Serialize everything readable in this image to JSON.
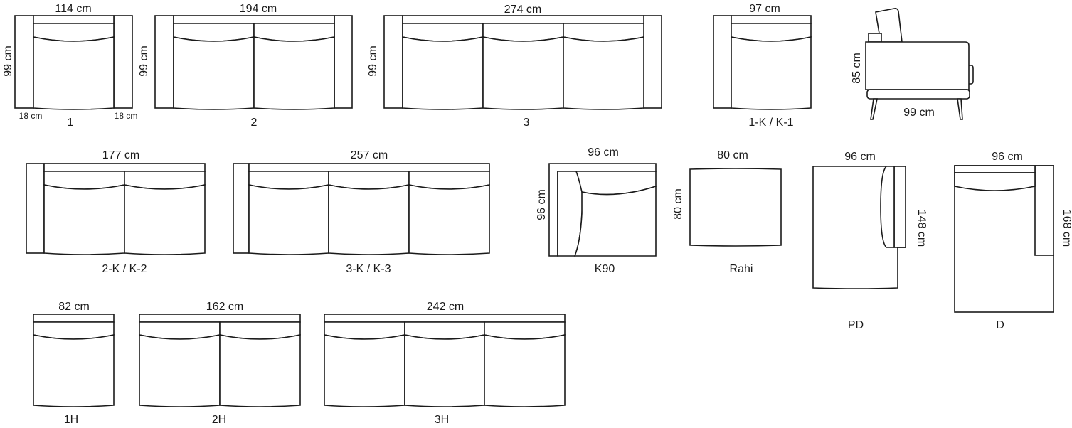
{
  "modules": [
    {
      "id": "m1",
      "name": "1",
      "width": "114 cm",
      "depth": "99 cm",
      "left_arm": "18 cm",
      "right_arm": "18 cm"
    },
    {
      "id": "m2",
      "name": "2",
      "width": "194 cm",
      "depth": "99 cm"
    },
    {
      "id": "m3",
      "name": "3",
      "width": "274 cm",
      "depth": "99 cm"
    },
    {
      "id": "m1k",
      "name": "1-K / K-1",
      "width": "97 cm"
    },
    {
      "id": "side",
      "width": "99 cm",
      "height": "85 cm"
    },
    {
      "id": "m2k",
      "name": "2-K / K-2",
      "width": "177 cm"
    },
    {
      "id": "m3k",
      "name": "3-K / K-3",
      "width": "257 cm"
    },
    {
      "id": "k90",
      "name": "K90",
      "width": "96 cm",
      "depth": "96 cm"
    },
    {
      "id": "rahi",
      "name": "Rahi",
      "width": "80 cm",
      "depth": "80 cm"
    },
    {
      "id": "pd",
      "name": "PD",
      "width": "96 cm",
      "depth": "148 cm"
    },
    {
      "id": "d",
      "name": "D",
      "width": "96 cm",
      "depth": "168 cm"
    },
    {
      "id": "h1",
      "name": "1H",
      "width": "82 cm"
    },
    {
      "id": "h2",
      "name": "2H",
      "width": "162 cm"
    },
    {
      "id": "h3",
      "name": "3H",
      "width": "242 cm"
    }
  ]
}
